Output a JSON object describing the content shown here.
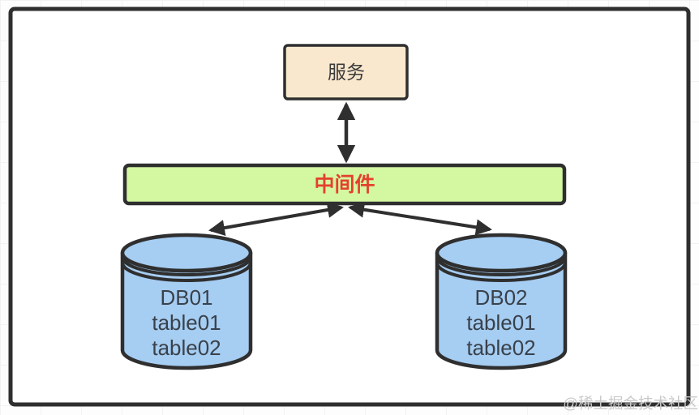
{
  "diagram": {
    "service": {
      "label": "服务"
    },
    "middleware": {
      "label": "中间件"
    },
    "databases": [
      {
        "name": "DB01",
        "tables": [
          "table01",
          "table02"
        ]
      },
      {
        "name": "DB02",
        "tables": [
          "table01",
          "table02"
        ]
      }
    ],
    "watermark": {
      "text": "@稀土掘金技术社区"
    }
  },
  "colors": {
    "stroke": "#2f2f2f",
    "frame_fill": "#ffffff",
    "service_fill": "#f9e8ce",
    "middleware_fill": "#d4f7a2",
    "middleware_text": "#e5402d",
    "db_fill": "#a6cdf2",
    "db_text": "#39414b",
    "watermark_text": "#c9c9c9",
    "grid_line": "#f2f2f2"
  }
}
